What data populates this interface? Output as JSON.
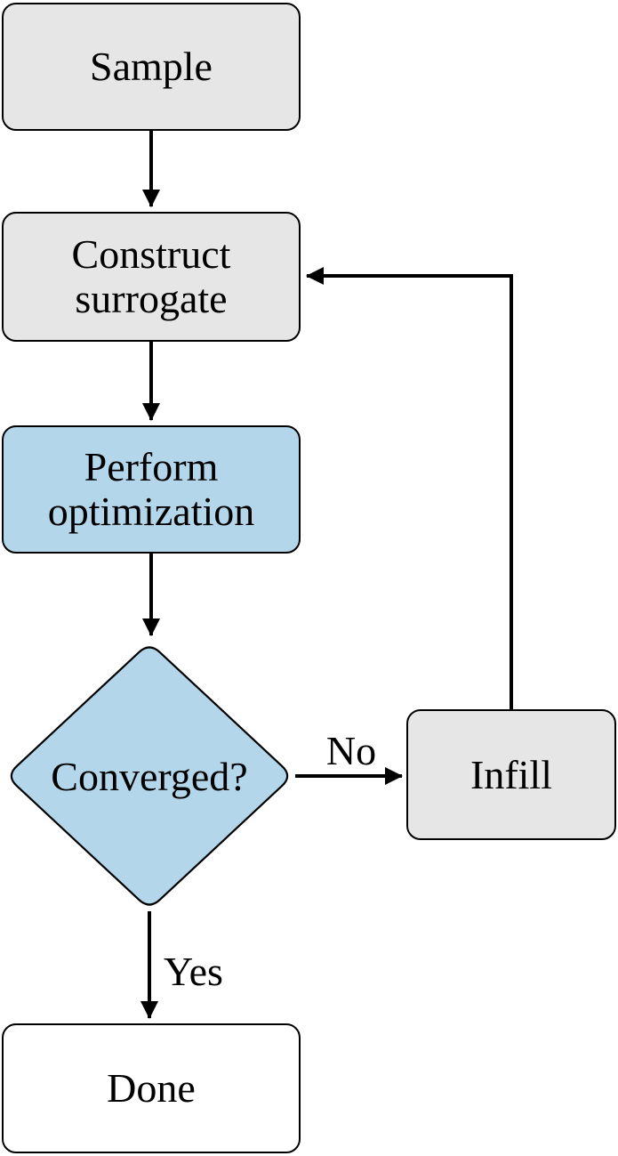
{
  "diagram": {
    "type": "flowchart",
    "nodes": [
      {
        "id": "sample",
        "shape": "rounded-rect",
        "fill": "#e6e6e6",
        "label_lines": [
          "Sample"
        ]
      },
      {
        "id": "construct-surrogate",
        "shape": "rounded-rect",
        "fill": "#e6e6e6",
        "label_lines": [
          "Construct",
          "surrogate"
        ]
      },
      {
        "id": "perform-optimization",
        "shape": "rounded-rect",
        "fill": "#b4d6ea",
        "label_lines": [
          "Perform",
          "optimization"
        ]
      },
      {
        "id": "converged",
        "shape": "diamond",
        "fill": "#b4d6ea",
        "label_lines": [
          "Converged?"
        ]
      },
      {
        "id": "infill",
        "shape": "rounded-rect",
        "fill": "#e6e6e6",
        "label_lines": [
          "Infill"
        ]
      },
      {
        "id": "done",
        "shape": "rounded-rect",
        "fill": "#ffffff",
        "label_lines": [
          "Done"
        ]
      }
    ],
    "edges": [
      {
        "from": "sample",
        "to": "construct-surrogate",
        "label": ""
      },
      {
        "from": "construct-surrogate",
        "to": "perform-optimization",
        "label": ""
      },
      {
        "from": "perform-optimization",
        "to": "converged",
        "label": ""
      },
      {
        "from": "converged",
        "to": "infill",
        "label": "No"
      },
      {
        "from": "converged",
        "to": "done",
        "label": "Yes"
      },
      {
        "from": "infill",
        "to": "construct-surrogate",
        "label": ""
      }
    ],
    "edge_labels": {
      "no": "No",
      "yes": "Yes"
    },
    "colors": {
      "node_gray": "#e6e6e6",
      "node_blue": "#b4d6ea",
      "node_white": "#ffffff",
      "stroke": "#000000",
      "text": "#000000"
    }
  }
}
